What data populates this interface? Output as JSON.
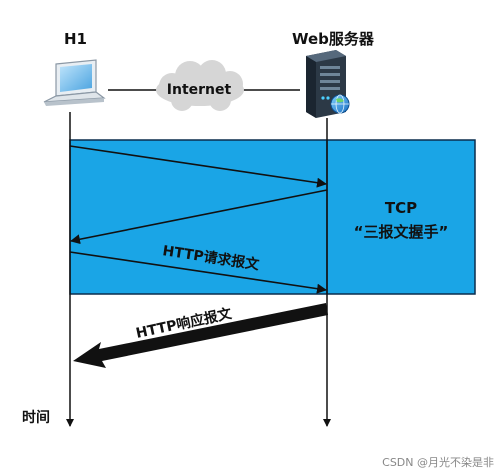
{
  "hosts": {
    "client_label": "H1",
    "server_label": "Web服务器",
    "cloud_label": "Internet"
  },
  "handshake": {
    "line1": "TCP",
    "line2": "“三报文握手”"
  },
  "messages": {
    "request": "HTTP请求报文",
    "response": "HTTP响应报文"
  },
  "timeline_label": "时间",
  "watermark": "CSDN @月光不染是非",
  "colors": {
    "panel": "#1aa5e6",
    "arrow": "#111111",
    "cloud": "#d6d6d6"
  },
  "icons": [
    "laptop-icon",
    "server-icon",
    "cloud-icon",
    "globe-icon"
  ]
}
